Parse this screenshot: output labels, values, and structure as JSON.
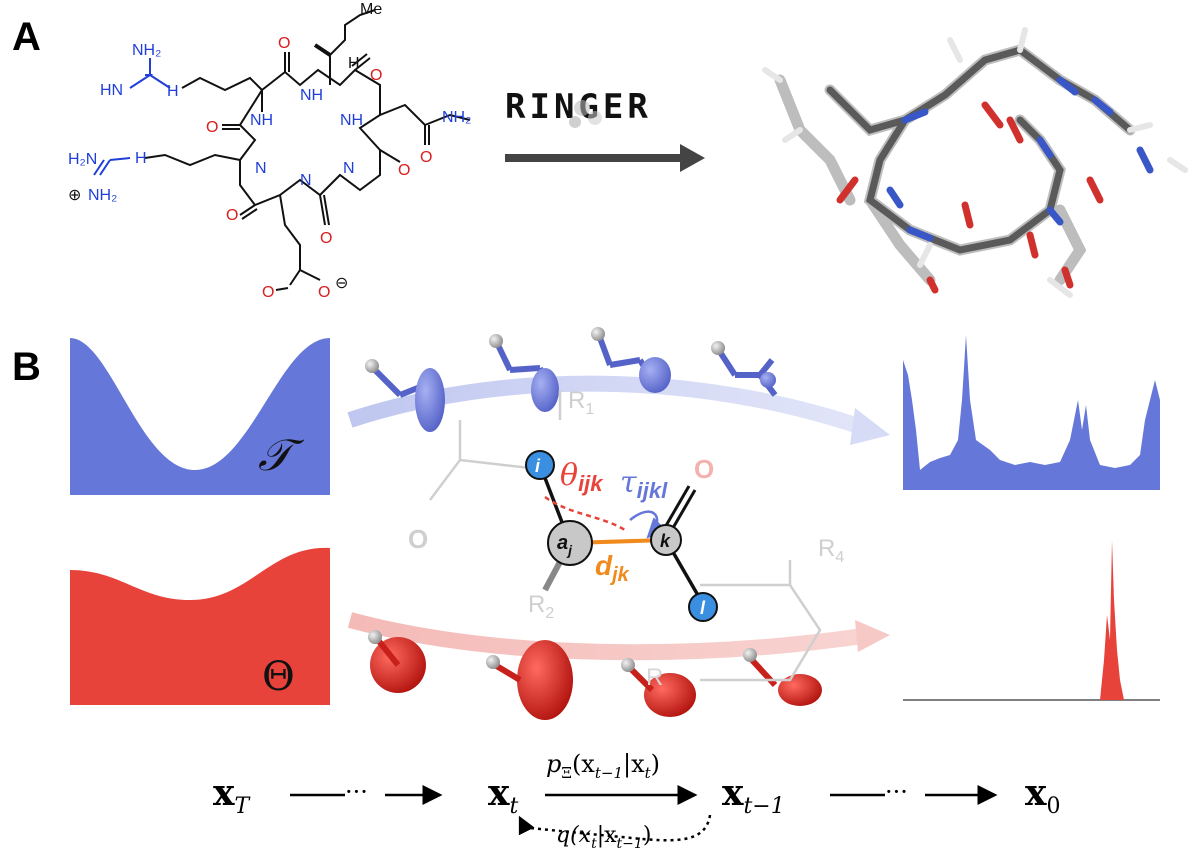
{
  "panels": {
    "a_label": "A",
    "b_label": "B"
  },
  "panel_a": {
    "method_logo": "RINGER",
    "atoms": {
      "nh2_top": "NH₂",
      "hn_left": "HN",
      "h2n_left": "H₂N",
      "nh2_plus": "NH₂",
      "plus_sign": "⊕",
      "me": "Me",
      "h": "H",
      "o": "O",
      "nh": "NH",
      "n_h": "N",
      "h_label": "H",
      "nh2_amide": "NH₂",
      "carboxylate": "O",
      "minus_sign": "⊖"
    }
  },
  "panel_b": {
    "top_distribution_symbol": "𝒯",
    "bottom_distribution_symbol": "Θ",
    "r1": "R",
    "r1_sub": "1",
    "r2": "R",
    "r2_sub": "2",
    "r4": "R",
    "r4_sub": "4",
    "r3_partial": "R",
    "o_left": "O",
    "o_right": "O",
    "atom_i": "i",
    "atom_a": "a",
    "atom_a_sub": "j",
    "atom_k": "k",
    "atom_l": "l",
    "theta_label": "θ",
    "theta_sub": "ijk",
    "tau_label": "τ",
    "tau_sub": "ijkl",
    "d_label": "d",
    "d_sub": "jk"
  },
  "diffusion": {
    "xT": "x",
    "xT_sub": "T",
    "dots1": "···",
    "xt": "x",
    "xt_sub": "t",
    "xt1": "x",
    "xt1_sub": "t−1",
    "dots2": "···",
    "x0": "x",
    "x0_sub": "0",
    "reverse_label": "p",
    "reverse_sub": "Ξ",
    "reverse_args": "(x",
    "reverse_args_sub": "t−1",
    "reverse_mid": "|x",
    "reverse_mid_sub": "t",
    "reverse_close": ")",
    "forward_label": "q(x",
    "forward_sub": "t",
    "forward_mid": "|x",
    "forward_mid_sub": "t−1",
    "forward_close": ")"
  },
  "colors": {
    "torsion_blue": "#6577d8",
    "angle_red": "#e8433a",
    "bond_orange": "#f08a1c",
    "atom_blue": "#3b8fe0",
    "atom_grey": "#c8c8c8",
    "nitrogen_blue": "#1f3fd8",
    "oxygen_red": "#d81e1e"
  }
}
